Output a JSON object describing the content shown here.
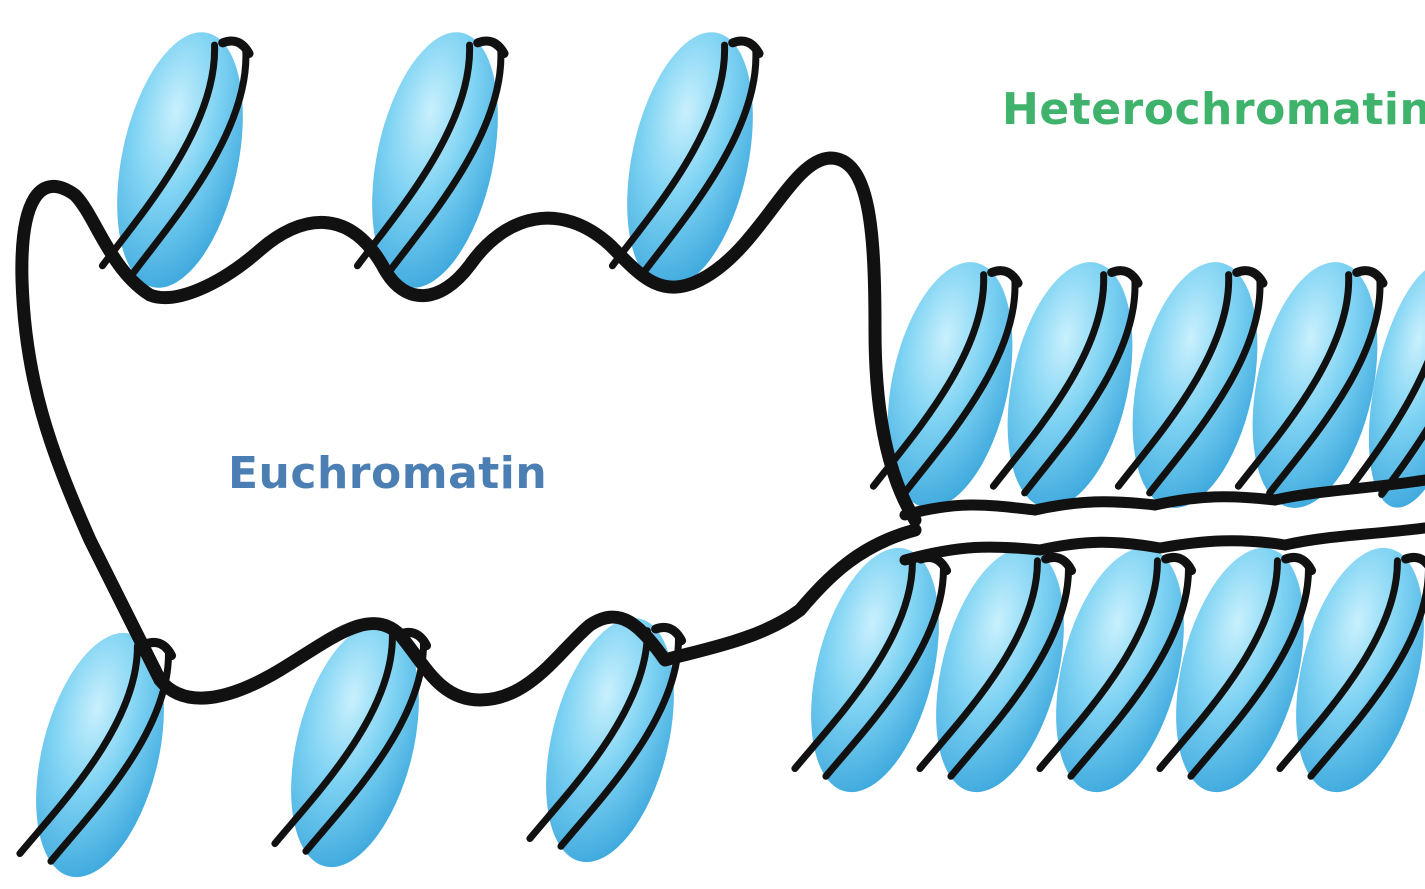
{
  "labels": {
    "euchromatin": "Euchromatin",
    "heterochromatin": "Heterochromatin"
  },
  "colors": {
    "background": "#ffffff",
    "nucleosome_light": "#a6e2f8",
    "nucleosome_mid": "#5ec7ee",
    "nucleosome_dark": "#2a9fd6",
    "dna_strand": "#111111",
    "euchromatin_label": "#4b7fb3",
    "heterochromatin_label": "#3fb36b"
  },
  "icons": {
    "nucleosome": "nucleosome-icon",
    "dna": "dna-strand"
  }
}
